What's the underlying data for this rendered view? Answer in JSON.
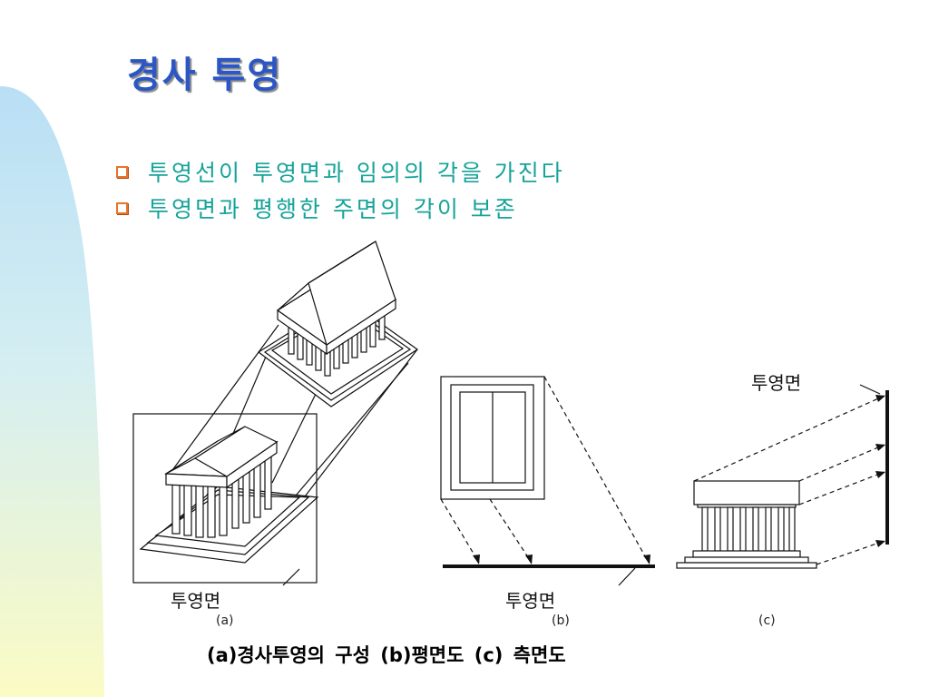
{
  "slide": {
    "title": "경사 투영",
    "bullets": [
      "투영선이 투영면과 임의의 각을 가진다",
      "투영면과 평행한 주면의 각이 보존"
    ]
  },
  "figure": {
    "label_a_plane": "투영면",
    "label_b_plane": "투영면",
    "label_c_plane": "투영면",
    "sub_a": "(a)",
    "sub_b": "(b)",
    "sub_c": "(c)",
    "caption": "(a)경사투영의 구성    (b)평면도    (c) 측면도"
  },
  "colors": {
    "title": "#2a56c6",
    "bullet_text": "#16a39a",
    "bullet_marker": "#e8732a",
    "decor_blue": "#b9dff5",
    "decor_yellow": "#fbfbc4"
  }
}
